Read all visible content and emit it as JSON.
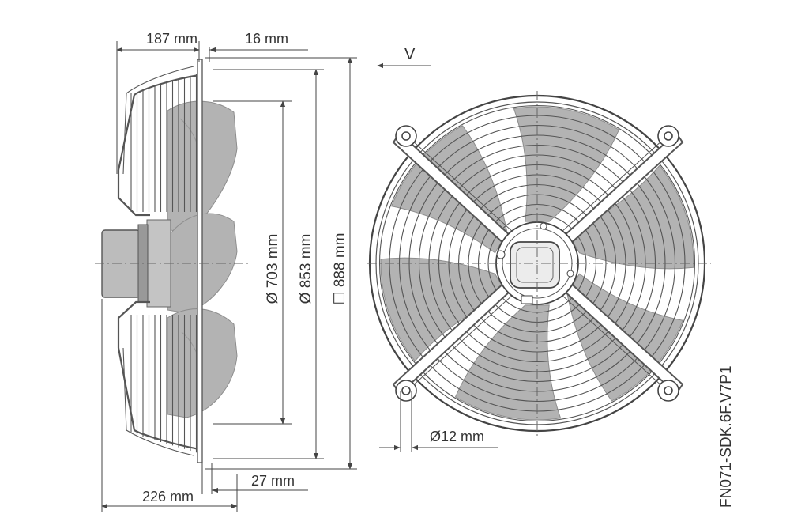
{
  "dimensions": {
    "top_left": "187 mm",
    "top_right": "16 mm",
    "view_label": "V",
    "dia_703": "Ø 703 mm",
    "dia_853": "Ø 853 mm",
    "sq_888": "☐ 888 mm",
    "bottom_27": "27 mm",
    "bottom_226": "226 mm",
    "hole_12": "Ø12 mm"
  },
  "model_code": "FN071-SDK.6F.V7P1",
  "colors": {
    "line": "#444444",
    "blade": "#b3b3b3",
    "blade_edge": "#8d8d8d",
    "guard": "#555555"
  }
}
